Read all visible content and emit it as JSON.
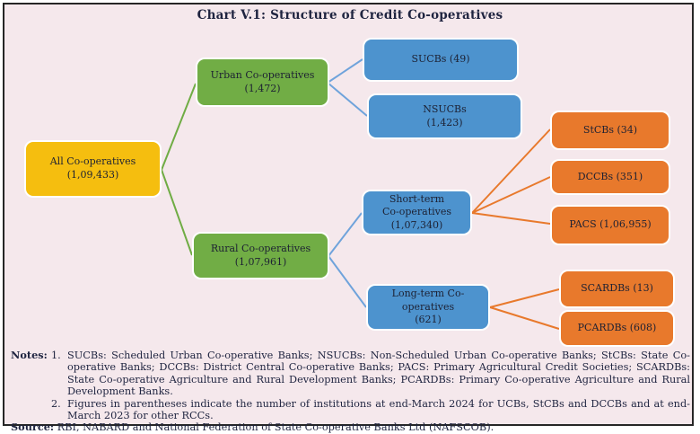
{
  "title": "Chart V.1: Structure of Credit Co-operatives",
  "colors": {
    "background": "#F5E8EC",
    "frame_border": "#262626",
    "node_yellow": "#F5BE0F",
    "node_green": "#71AD45",
    "node_blue": "#4D93CE",
    "node_orange": "#E8792C",
    "edge_green": "#6FAC44",
    "edge_blue": "#6FA3DB",
    "edge_orange": "#E8792C",
    "text": "#1F2440"
  },
  "nodes": {
    "all": {
      "label": "All Co-operatives\n(1,09,433)",
      "name": "All Co-operatives",
      "count": "1,09,433"
    },
    "urban": {
      "label": "Urban Co-operatives\n(1,472)",
      "name": "Urban Co-operatives",
      "count": "1,472"
    },
    "rural": {
      "label": "Rural Co-operatives\n(1,07,961)",
      "name": "Rural Co-operatives",
      "count": "1,07,961"
    },
    "sucbs": {
      "label": "SUCBs (49)",
      "name": "SUCBs",
      "count": "49"
    },
    "nsucbs": {
      "label": "NSUCBs\n(1,423)",
      "name": "NSUCBs",
      "count": "1,423"
    },
    "short_term": {
      "label": "Short-term\nCo-operatives\n(1,07,340)",
      "name": "Short-term Co-operatives",
      "count": "1,07,340"
    },
    "long_term": {
      "label": "Long-term Co-operatives\n(621)",
      "name": "Long-term Co-operatives",
      "count": "621"
    },
    "stcbs": {
      "label": "StCBs (34)",
      "name": "StCBs",
      "count": "34"
    },
    "dccbs": {
      "label": "DCCBs (351)",
      "name": "DCCBs",
      "count": "351"
    },
    "pacs": {
      "label": "PACS (1,06,955)",
      "name": "PACS",
      "count": "1,06,955"
    },
    "scardbs": {
      "label": "SCARDBs (13)",
      "name": "SCARDBs",
      "count": "13"
    },
    "pcardbs": {
      "label": "PCARDBs (608)",
      "name": "PCARDBs",
      "count": "608"
    }
  },
  "edges": [
    {
      "from": "all",
      "to": "urban",
      "color": "green"
    },
    {
      "from": "all",
      "to": "rural",
      "color": "green"
    },
    {
      "from": "urban",
      "to": "sucbs",
      "color": "blue"
    },
    {
      "from": "urban",
      "to": "nsucbs",
      "color": "blue"
    },
    {
      "from": "rural",
      "to": "short_term",
      "color": "blue"
    },
    {
      "from": "rural",
      "to": "long_term",
      "color": "blue"
    },
    {
      "from": "short_term",
      "to": "stcbs",
      "color": "orange"
    },
    {
      "from": "short_term",
      "to": "dccbs",
      "color": "orange"
    },
    {
      "from": "short_term",
      "to": "pacs",
      "color": "orange"
    },
    {
      "from": "long_term",
      "to": "scardbs",
      "color": "orange"
    },
    {
      "from": "long_term",
      "to": "pcardbs",
      "color": "orange"
    }
  ],
  "notes": {
    "heading": "Notes:",
    "items": [
      {
        "num": "1.",
        "text": "SUCBs: Scheduled Urban Co-operative Banks; NSUCBs: Non-Scheduled Urban Co-operative Banks; StCBs: State Co-operative Banks; DCCBs: District Central Co-operative Banks; PACS: Primary Agricultural Credit Societies; SCARDBs: State Co-operative Agriculture and Rural Development Banks; PCARDBs:  Primary Co-operative Agriculture and Rural Development Banks."
      },
      {
        "num": "2.",
        "text": "Figures in parentheses indicate the number of institutions at end-March 2024 for UCBs, StCBs and DCCBs and at end-March 2023 for other RCCs."
      }
    ],
    "source_heading": "Source:",
    "source_text": "RBI, NABARD and National Federation of State Co-operative Banks Ltd (NAFSCOB)."
  }
}
